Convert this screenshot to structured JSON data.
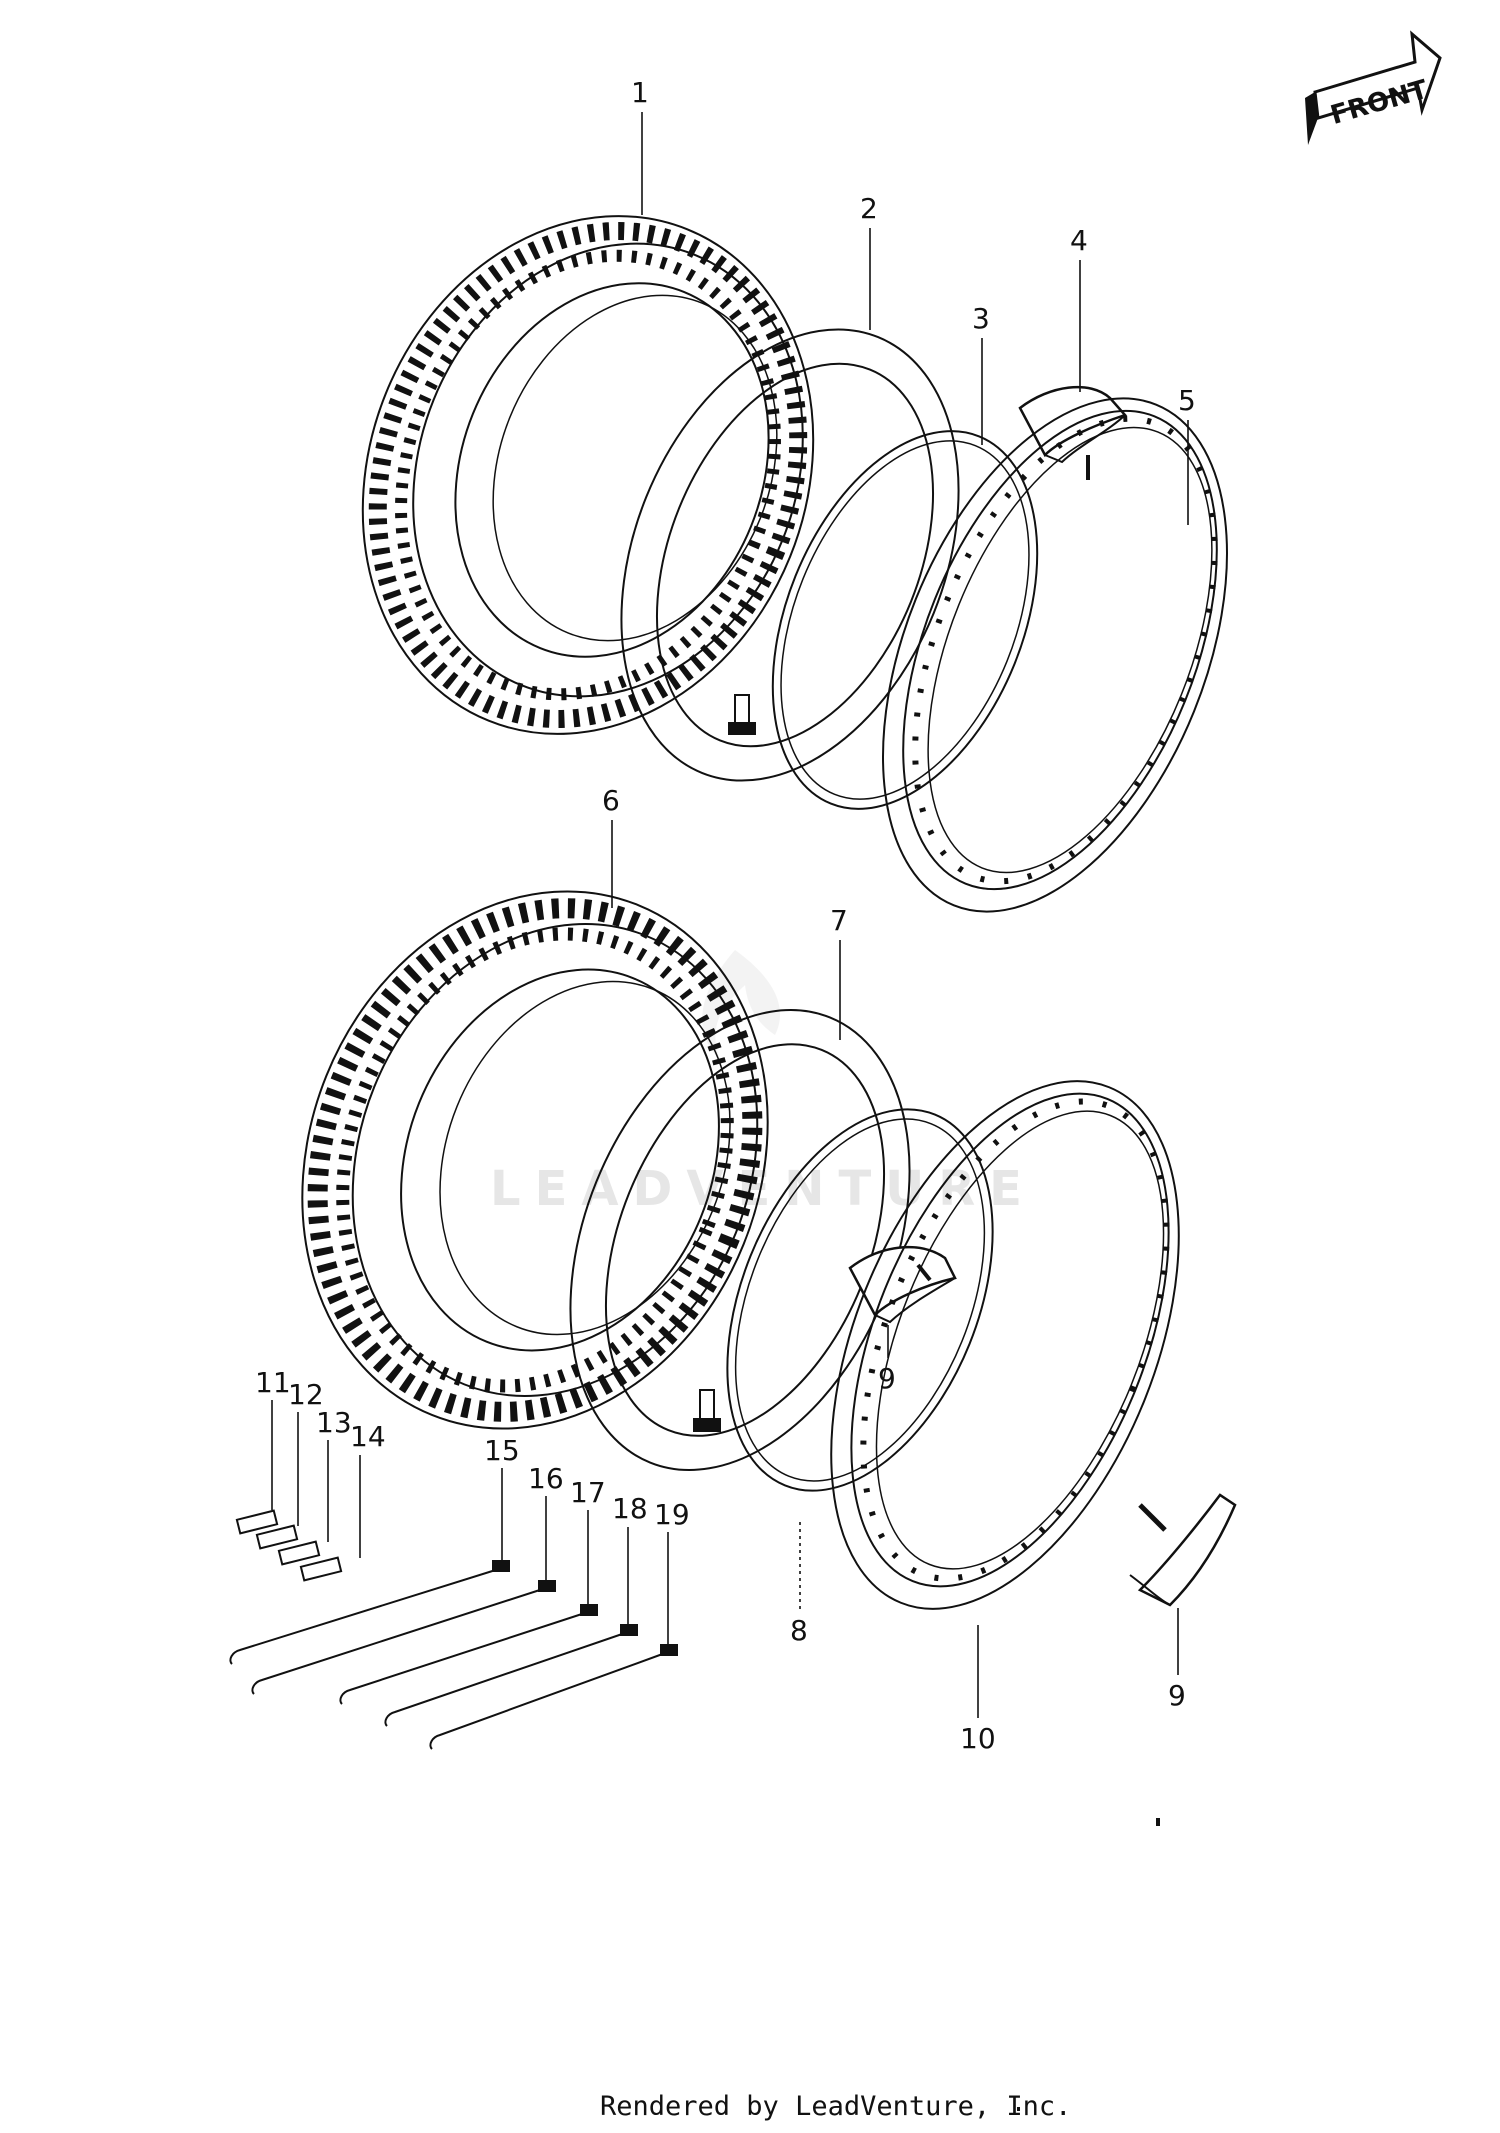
{
  "front_label": "FRONT",
  "watermark": "LEADVENTURE",
  "footer": "Rendered by LeadVenture, Inc.",
  "callouts": {
    "c1": "1",
    "c2": "2",
    "c3": "3",
    "c4": "4",
    "c5": "5",
    "c6": "6",
    "c7": "7",
    "c8": "8",
    "c9a": "9",
    "c9b": "9",
    "c10": "10",
    "c11": "11",
    "c12": "12",
    "c13": "13",
    "c14": "14",
    "c15": "15",
    "c16": "16",
    "c17": "17",
    "c18": "18",
    "c19": "19"
  }
}
